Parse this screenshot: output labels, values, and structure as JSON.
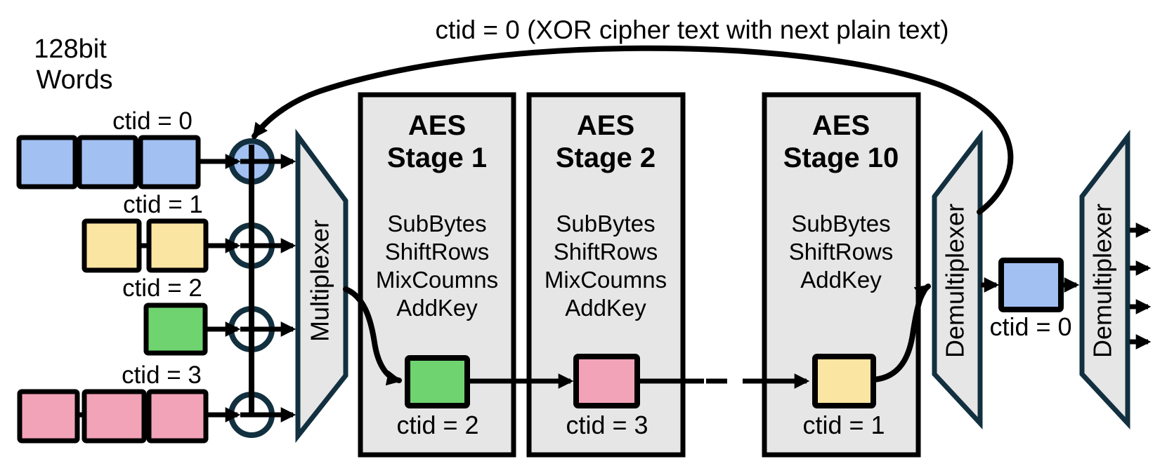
{
  "caption": "ctid = 0 (XOR cipher text with next plain text)",
  "words_label": {
    "line1": "128bit",
    "line2": "Words"
  },
  "colors": {
    "blue": "#a2c1f2",
    "yellow": "#fbe5a2",
    "green": "#6fd36f",
    "pink": "#f3a3b8",
    "panel_grey": "#e6e6e6",
    "outline_navy": "#12303f"
  },
  "input_rows": [
    {
      "label": "ctid = 0",
      "word_count": 3,
      "color_key": "blue"
    },
    {
      "label": "ctid = 1",
      "word_count": 2,
      "color_key": "yellow"
    },
    {
      "label": "ctid = 2",
      "word_count": 1,
      "color_key": "green"
    },
    {
      "label": "ctid = 3",
      "word_count": 3,
      "color_key": "pink"
    }
  ],
  "multiplexer": {
    "label": "Multiplexer"
  },
  "stages": [
    {
      "title_line1": "AES",
      "title_line2": "Stage 1",
      "operations": [
        "SubBytes",
        "ShiftRows",
        "MixCoumns",
        "AddKey"
      ],
      "block_label": "ctid = 2"
    },
    {
      "title_line1": "AES",
      "title_line2": "Stage 2",
      "operations": [
        "SubBytes",
        "ShiftRows",
        "MixCoumns",
        "AddKey"
      ],
      "block_label": "ctid = 3"
    },
    {
      "title_line1": "AES",
      "title_line2": "Stage 10",
      "operations": [
        "SubBytes",
        "ShiftRows",
        "AddKey"
      ],
      "block_label": "ctid = 1"
    }
  ],
  "demultiplexers": [
    {
      "label": "Demultiplexer"
    },
    {
      "label": "Demultiplexer"
    }
  ],
  "output_block": {
    "label": "ctid = 0"
  }
}
